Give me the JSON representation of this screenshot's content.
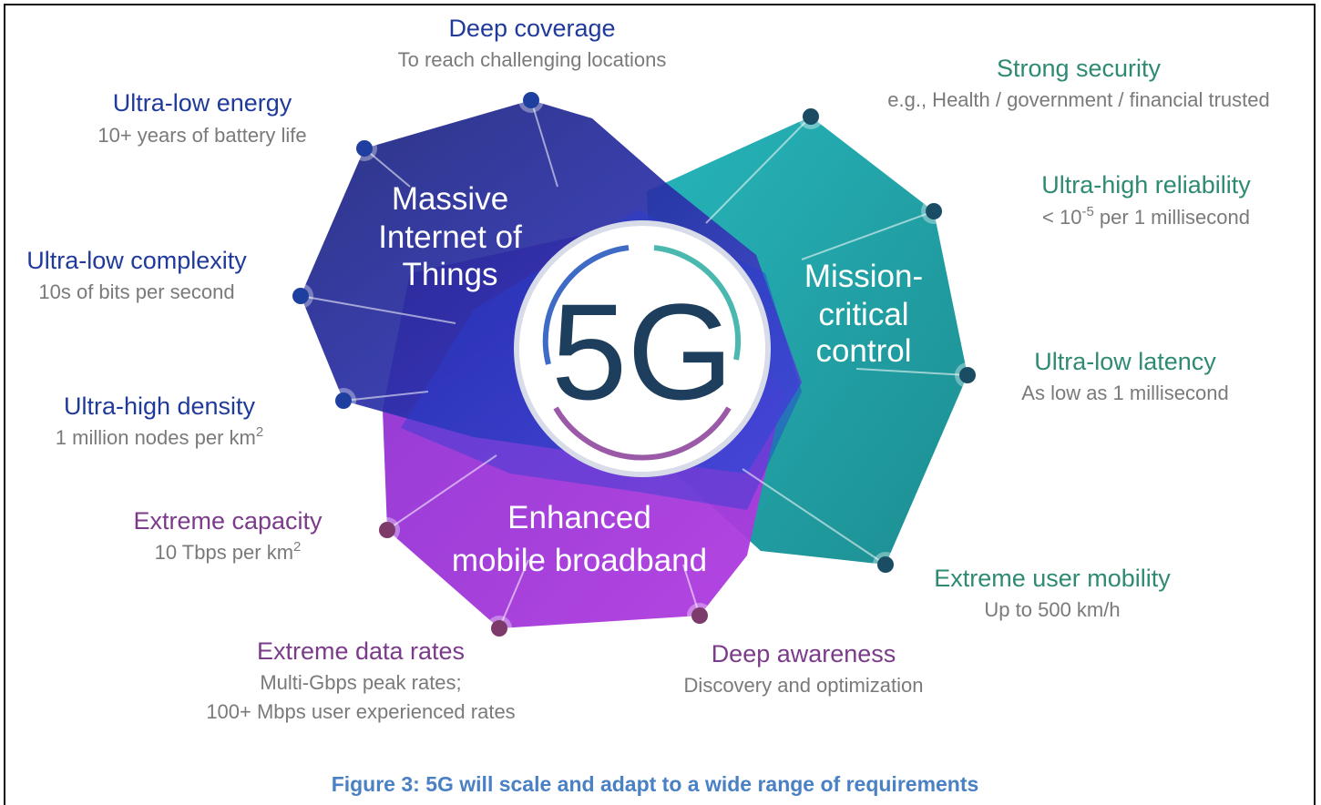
{
  "colors": {
    "blue": "#1f3a9a",
    "teal": "#2e8a73",
    "purple": "#7c3b8a",
    "gray": "#7a7a7a",
    "caption": "#4a80c4",
    "center_text": "#1d3e5c"
  },
  "zones": {
    "miot": [
      "Massive",
      "Internet of",
      "Things"
    ],
    "mission": [
      "Mission-",
      "critical",
      "control"
    ],
    "embb": [
      "Enhanced",
      "mobile broadband"
    ]
  },
  "center_label": "5G",
  "labels": {
    "deep_coverage": {
      "title": "Deep coverage",
      "sub": "To reach challenging locations"
    },
    "ultra_low_energy": {
      "title": "Ultra-low energy",
      "sub": "10+ years of battery life"
    },
    "ultra_low_complexity": {
      "title": "Ultra-low complexity",
      "sub": "10s of bits per second"
    },
    "ultra_high_density": {
      "title": "Ultra-high density",
      "sub": "1 million nodes per km",
      "sup": "2"
    },
    "strong_security": {
      "title": "Strong security",
      "sub": "e.g., Health / government / financial trusted"
    },
    "ultra_high_reliability": {
      "title": "Ultra-high reliability",
      "sub_pre": "< 10",
      "sup": "-5",
      "sub_post": " per 1 millisecond"
    },
    "ultra_low_latency": {
      "title": "Ultra-low latency",
      "sub": "As low as 1 millisecond"
    },
    "extreme_user_mobility": {
      "title": "Extreme user mobility",
      "sub": "Up to 500 km/h"
    },
    "extreme_capacity": {
      "title": "Extreme capacity",
      "sub": "10 Tbps per km",
      "sup": "2"
    },
    "extreme_data_rates": {
      "title": "Extreme data rates",
      "sub1": "Multi-Gbps peak rates;",
      "sub2": "100+ Mbps user experienced rates"
    },
    "deep_awareness": {
      "title": "Deep awareness",
      "sub": "Discovery and optimization"
    }
  },
  "caption": "Figure 3: 5G will scale and adapt to a wide range of requirements"
}
